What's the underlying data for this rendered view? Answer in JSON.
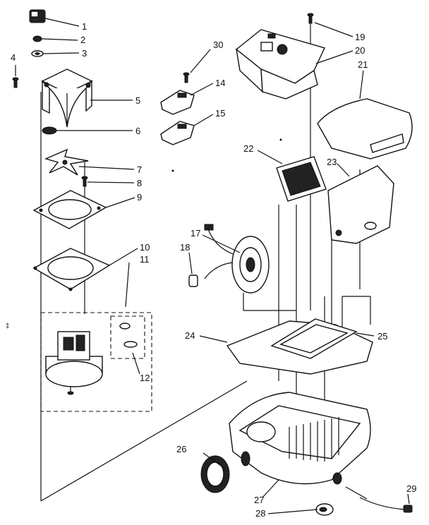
{
  "diagram": {
    "callouts": [
      "1",
      "2",
      "3",
      "4",
      "5",
      "6",
      "7",
      "8",
      "9",
      "10",
      "11",
      "12",
      "14",
      "15",
      "17",
      "18",
      "19",
      "20",
      "21",
      "22",
      "23",
      "24",
      "25",
      "26",
      "27",
      "28",
      "29",
      "30"
    ]
  }
}
